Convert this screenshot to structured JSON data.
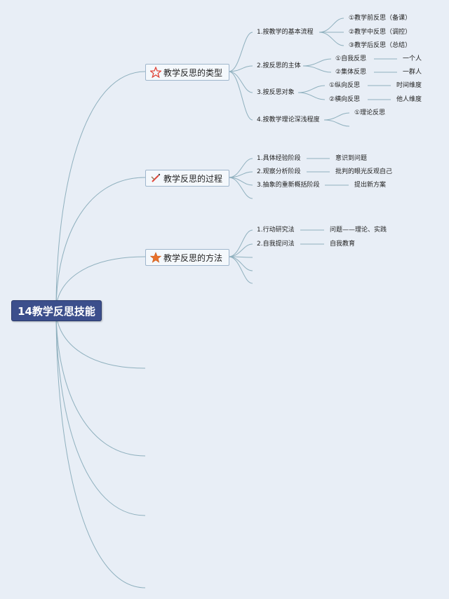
{
  "root": {
    "title": "14教学反思技能"
  },
  "branches": [
    {
      "title": "教学反思的类型",
      "icon": "star-outline-icon",
      "subs": [
        {
          "label": "1.按教学的基本流程",
          "children": [
            {
              "label": "①教学前反思（备课）"
            },
            {
              "label": "②教学中反思（调控）"
            },
            {
              "label": "③教学后反思（总结）"
            }
          ]
        },
        {
          "label": "2.按反思的主体",
          "children": [
            {
              "label": "①自我反思",
              "note": "一个人"
            },
            {
              "label": "②集体反思",
              "note": "一群人"
            }
          ]
        },
        {
          "label": "3.按反思对象",
          "children": [
            {
              "label": "①纵向反思",
              "note": "时间维度"
            },
            {
              "label": "②横向反思",
              "note": "他人维度"
            }
          ]
        },
        {
          "label": "4.按教学理论深浅程度",
          "children": [
            {
              "label": "①理论反思"
            }
          ]
        }
      ]
    },
    {
      "title": "教学反思的过程",
      "icon": "pencil-ruler-icon",
      "subs": [
        {
          "label": "1.具体经验阶段",
          "note": "意识到问题"
        },
        {
          "label": "2.观察分析阶段",
          "note": "批判的眼光反观自己"
        },
        {
          "label": "3.抽象的重新概括阶段",
          "note": "提出新方案"
        }
      ]
    },
    {
      "title": "教学反思的方法",
      "icon": "star-filled-icon",
      "subs": [
        {
          "label": "1.行动研究法",
          "note": "问题——理论、实践"
        },
        {
          "label": "2.自我提问法",
          "note": "自我教育"
        }
      ]
    }
  ],
  "colors": {
    "line": "#8fb0be",
    "root_bg": "#3c4f8c",
    "canvas_bg": "#e8eef6",
    "branch_bg": "#f4f8fc",
    "star_red": "#e0463a",
    "star_orange": "#e8702a"
  }
}
